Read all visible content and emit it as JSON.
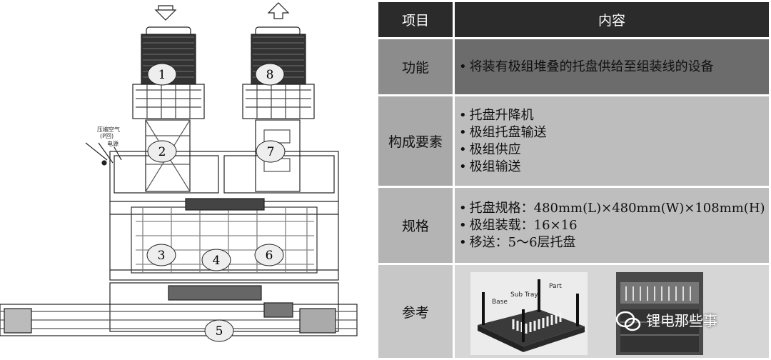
{
  "diagram": {
    "markers": [
      "1",
      "2",
      "3",
      "4",
      "5",
      "6",
      "7",
      "8"
    ],
    "side_label_lines": [
      "压缩空气",
      "(P回)",
      "电源"
    ]
  },
  "table": {
    "header": {
      "col1": "项目",
      "col2": "内容"
    },
    "rows": [
      {
        "label": "功能",
        "items": [
          "将装有极组堆叠的托盘供给至组装线的设备"
        ]
      },
      {
        "label": "构成要素",
        "items": [
          "托盘升降机",
          "极组托盘输送",
          "极组供应",
          "极组输送"
        ]
      },
      {
        "label": "规格",
        "items": [
          "托盘规格：480mm(L)×480mm(W)×108mm(H)",
          "极组装载：16×16",
          "移送：5～6层托盘"
        ]
      },
      {
        "label": "参考",
        "items": []
      }
    ]
  },
  "reference": {
    "tray_labels": {
      "sub_tray": "Sub Tray",
      "part": "Part",
      "base": "Base"
    },
    "watermark": "锂电那些事"
  }
}
